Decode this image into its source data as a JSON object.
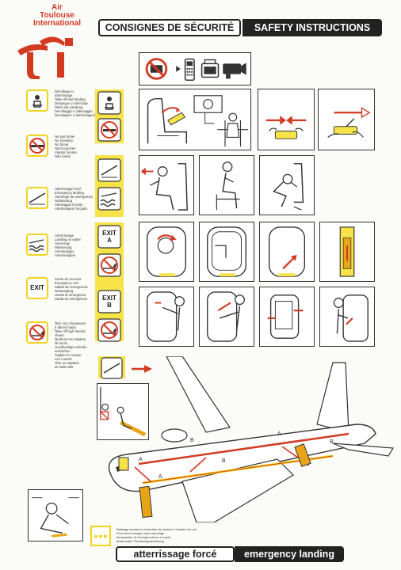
{
  "brand": {
    "name_lines": [
      "Air",
      "Toulouse",
      "International"
    ],
    "logo_glyph": "ti",
    "accent_color": "#d23a22"
  },
  "header": {
    "title_fr": "CONSIGNES DE SÉCURITÉ",
    "title_en": "SAFETY INSTRUCTIONS"
  },
  "footer": {
    "title_fr": "atterrissage forcé",
    "title_en": "emergency landing"
  },
  "legend": [
    {
      "icon": "seatbelt-sign-icon",
      "text": "Décollage et\natterrissage\nTake-off and landing\nDespegue y aterrizaje\nStart und Landung\nDecollaggio e atterraggio\nDecolagem e aterrissagem"
    },
    {
      "icon": "no-smoking-icon",
      "text": "Ne pas fumer\nNo smoking\nNo fumar\nNicht rauchen\nVietato fumare\nNão fumar"
    },
    {
      "icon": "brace-position-icon",
      "text": "Atterrissage forcé\nEmergency landing\nAterrizaje de emergencia\nNotlandung\nAtterraggio forzato\nAterrissagem forçada"
    },
    {
      "icon": "water-landing-icon",
      "text": "Amerrissage\nLanding on water\nAmerizaje\nWasserung\nAmmaraggio\nAmerissagem"
    },
    {
      "icon": "exit-sign-icon",
      "text": "Sortie de secours\nEmergency exit\nSalida de emergencia\nNotausgang\nUscita di emergenza\nSaída de emergência"
    },
    {
      "icon": "no-high-heels-icon",
      "text": "Ôter vos chaussures\nà talons hauts\nTake off high heeled\nshoes\nQuitarse los zapatos\nde tacón\nHochhackige Schuhe\nausziehen\nTogliere le scarpe\ncon i tacchi\nTirar os sapatos\nde salto alto"
    }
  ],
  "icons": {
    "prohibited_devices": [
      "no-electronics-icon",
      "phone-icon",
      "radio-icon",
      "camcorder-icon"
    ]
  },
  "side_labels": {
    "exit_a": "EXIT\nA",
    "exit_b": "EXIT\nB",
    "exit_sign": "EXIT"
  },
  "diagram": {
    "door_labels": [
      "A",
      "B",
      "A",
      "B",
      "A",
      "B"
    ]
  },
  "bottom_note": "Balisage lumineux et bandes de lumière à hauteur du sol\nFloor level escape route markings\nIluminación de emergencia en el suelo\nBodennahe Fluchtwegmarkierung"
}
